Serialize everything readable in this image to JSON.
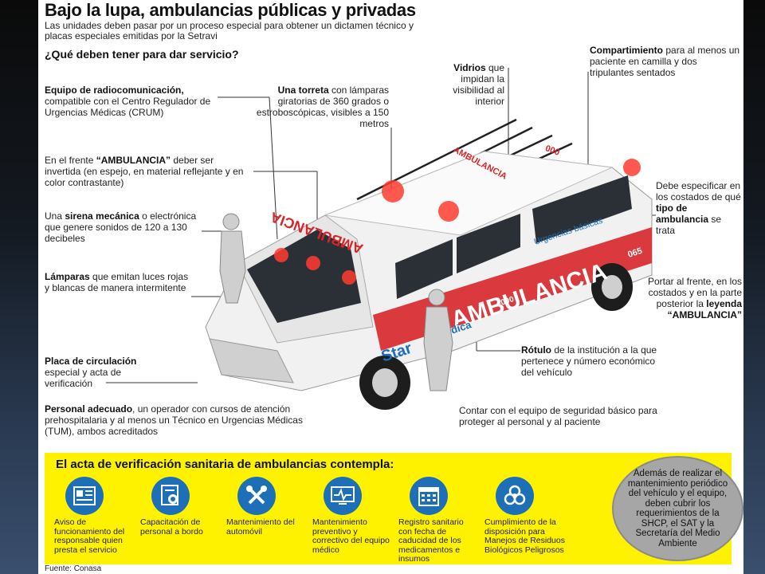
{
  "header": {
    "title": "Bajo la lupa, ambulancias públicas y privadas",
    "intro": "Las unidades deben pasar por un proceso especial para obtener un dictamen técnico y placas especiales emitidas por la Setravi",
    "question": "¿Qué deben tener para dar servicio?"
  },
  "annotations": {
    "radio": {
      "bold": "Equipo de radiocomunicación,",
      "text": " compatible con el Centro Regulador de Urgencias Médicas (CRUM)"
    },
    "torreta": {
      "bold": "Una torreta",
      "text": " con lámparas giratorias de 360 grados o estroboscópicas, visibles a 150 metros"
    },
    "vidrios": {
      "bold": "Vidrios",
      "text": " que impidan la visibilidad al interior"
    },
    "compartimiento": {
      "bold": "Compartimiento",
      "text": " para al menos un paciente en camilla y dos tripulantes sentados"
    },
    "frente_pre": "En el frente ",
    "frente_bold": "“AMBULANCIA”",
    "frente_post": " deber ser invertida (en espejo, en material reflejante y en color contrastante)",
    "sirena_pre": "Una ",
    "sirena_bold": "sirena mecánica",
    "sirena_post": " o electrónica que genere sonidos de 120 a 130 decibeles",
    "lamparas": {
      "bold": "Lámparas",
      "text": " que emitan luces rojas y blancas de manera intermitente"
    },
    "tipo_pre": "Debe especificar en los costados de qué ",
    "tipo_bold": "tipo de ambulancia",
    "tipo_post": " se trata",
    "leyenda_pre": "Portar al frente, en los costados y en la parte posterior la ",
    "leyenda_bold": "leyenda “AMBULANCIA”",
    "rotulo": {
      "bold": "Rótulo",
      "text": " de la institución a la que pertenece y número económico del vehículo"
    },
    "placa": {
      "bold": "Placa de circulación",
      "text": " especial y acta de verificación"
    },
    "personal": {
      "bold": "Personal adecuado",
      "text": ", un operador con cursos de atención prehospitalaria y al menos un Técnico en Urgencias Médicas (TUM), ambos acreditados"
    },
    "seguridad": "Contar con el equipo de seguridad básico para proteger al personal y al paciente"
  },
  "vehicle": {
    "side_text": "AMBULANCIA",
    "front_text": "AMBULANCIA",
    "roof_text": "AMBULANCIA",
    "roof_number": "000",
    "side_number": "#000",
    "unit_number": "065",
    "type_label": "Urgencias básicas",
    "brand": "Star",
    "brand_suffix": "Médica"
  },
  "band": {
    "title": "El acta de verificación sanitaria de ambulancias contempla:",
    "items": [
      {
        "label": "Aviso de funcionamiento del responsable quien presta el servicio",
        "icon": "document-icon"
      },
      {
        "label": "Capacitación de personal a bordo",
        "icon": "certificate-icon"
      },
      {
        "label": "Mantenimiento del automóvil",
        "icon": "tools-icon"
      },
      {
        "label": "Mantenimiento preventivo y correctivo del equipo médico",
        "icon": "monitor-icon"
      },
      {
        "label": "Registro sanitario con fecha de caducidad de los medicamentos e insumos",
        "icon": "calendar-icon"
      },
      {
        "label": "Cumplimiento de la disposición para Manejos de Residuos Biológicos Peligrosos",
        "icon": "biohazard-icon"
      }
    ],
    "bubble": "Además de realizar el mantenimiento periódico del vehículo y el equipo, deben cubrir los requerimientos de la SHCP, el SAT y la Secretaría del Medio Ambiente"
  },
  "source": "Fuente: Conasa",
  "colors": {
    "band_yellow": "#fff200",
    "icon_blue": "#1d6fb8",
    "ambulance_red": "#d7262a",
    "bubble_gray": "#a6a6a6"
  }
}
